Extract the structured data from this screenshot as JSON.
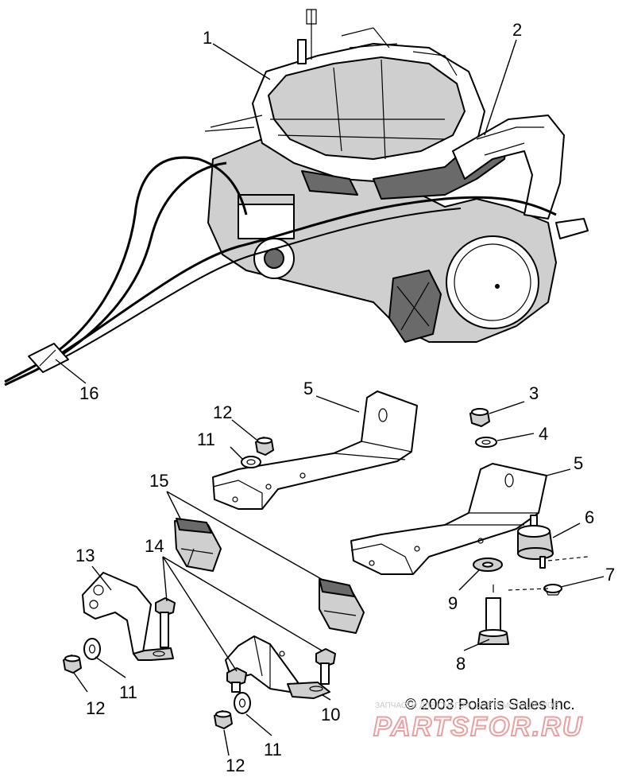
{
  "copyright": "© 2003 Polaris Sales Inc.",
  "watermark": {
    "small": "ЗАПЧАСТИ ДЛЯ СНЕГОХОДОВ И МОТОЦИКЛОВ",
    "big": "PARTSFOR.RU"
  },
  "callouts": {
    "c1": "1",
    "c2": "2",
    "c3": "3",
    "c4": "4",
    "c5a": "5",
    "c5b": "5",
    "c6": "6",
    "c7": "7",
    "c8": "8",
    "c9": "9",
    "c10": "10",
    "c11a": "11",
    "c11b": "11",
    "c11c": "11",
    "c12a": "12",
    "c12b": "12",
    "c12c": "12",
    "c13": "13",
    "c14": "14",
    "c15": "15",
    "c16": "16"
  }
}
